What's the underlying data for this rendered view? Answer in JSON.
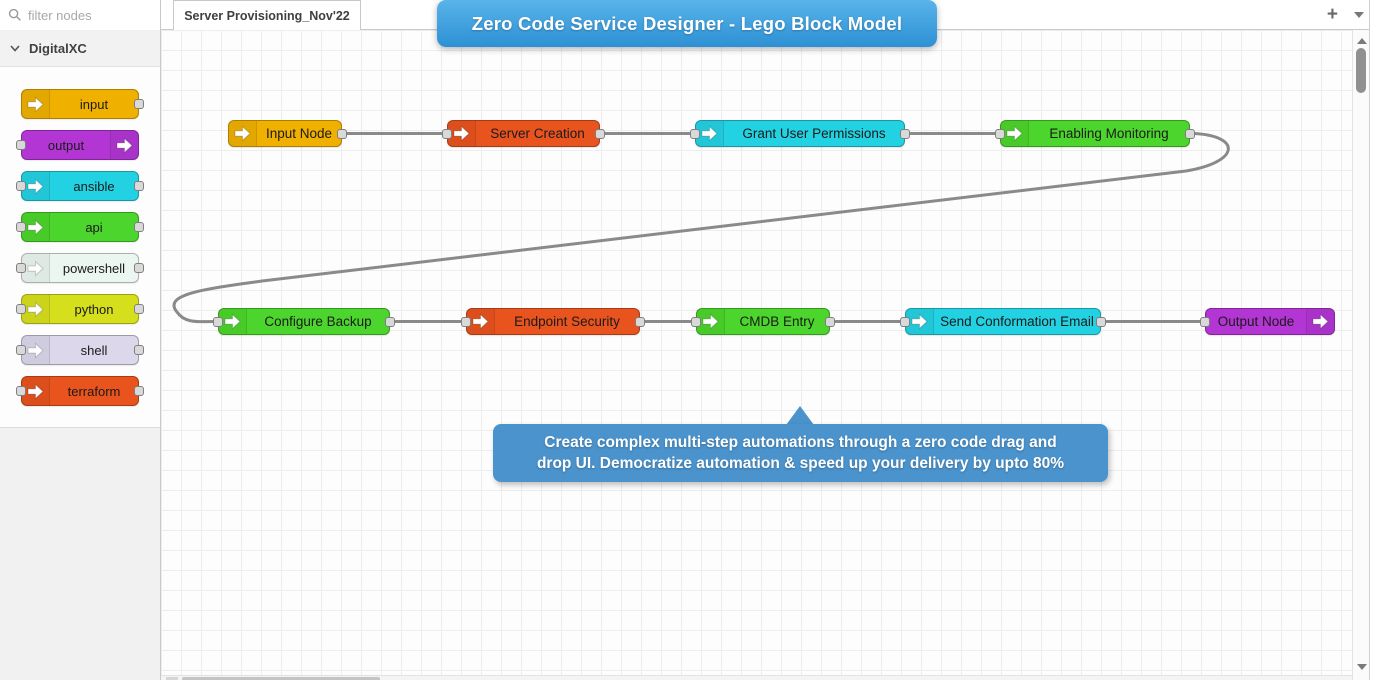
{
  "header": {
    "search": {
      "placeholder": "filter nodes"
    },
    "tabs": [
      {
        "label": "Server Provisioning_Nov'22",
        "active": true
      }
    ],
    "icons": {
      "add_flow": "plus-icon",
      "flow_menu": "caret-down-icon",
      "search": "magnifier-icon"
    }
  },
  "banner": {
    "title": "Zero Code Service Designer - Lego Block Model"
  },
  "sidebar": {
    "category": {
      "label": "DigitalXC",
      "expanded": true,
      "icon": "chevron-down-icon"
    },
    "palette": [
      {
        "label": "input",
        "color": "#efb000",
        "ports": "out"
      },
      {
        "label": "output",
        "color": "#b335d3",
        "ports": "in"
      },
      {
        "label": "ansible",
        "color": "#23d2e2",
        "ports": "both"
      },
      {
        "label": "api",
        "color": "#4cd52c",
        "ports": "both"
      },
      {
        "label": "powershell",
        "color": "#ebf6f0",
        "ports": "both"
      },
      {
        "label": "python",
        "color": "#d6df1c",
        "ports": "both"
      },
      {
        "label": "shell",
        "color": "#dcd7eb",
        "ports": "both"
      },
      {
        "label": "terraform",
        "color": "#e8531e",
        "ports": "both"
      }
    ]
  },
  "canvas": {
    "nodes": [
      {
        "label": "Input Node",
        "color": "#efb000",
        "ports": "out"
      },
      {
        "label": "Server Creation",
        "color": "#e8531e",
        "ports": "both"
      },
      {
        "label": "Grant User Permissions",
        "color": "#23d2e2",
        "ports": "both"
      },
      {
        "label": "Enabling Monitoring",
        "color": "#4cd52c",
        "ports": "both"
      },
      {
        "label": "Configure Backup",
        "color": "#4cd52c",
        "ports": "both"
      },
      {
        "label": "Endpoint Security",
        "color": "#e8531e",
        "ports": "both"
      },
      {
        "label": "CMDB Entry",
        "color": "#4cd52c",
        "ports": "both"
      },
      {
        "label": "Send Conformation Email",
        "color": "#23d2e2",
        "ports": "both"
      },
      {
        "label": "Output Node",
        "color": "#b335d3",
        "ports": "in"
      }
    ],
    "connections": [
      {
        "from": "Input Node",
        "to": "Server Creation"
      },
      {
        "from": "Server Creation",
        "to": "Grant User Permissions"
      },
      {
        "from": "Grant User Permissions",
        "to": "Enabling Monitoring"
      },
      {
        "from": "Enabling Monitoring",
        "to": "Configure Backup"
      },
      {
        "from": "Configure Backup",
        "to": "Endpoint Security"
      },
      {
        "from": "Endpoint Security",
        "to": "CMDB Entry"
      },
      {
        "from": "CMDB Entry",
        "to": "Send Conformation Email"
      },
      {
        "from": "Send Conformation Email",
        "to": "Output Node"
      }
    ],
    "tooltip": {
      "line1": "Create complex multi-step automations through a zero code drag and",
      "line2": "drop UI. Democratize automation & speed up your delivery by upto 80%"
    }
  },
  "colors": {
    "banner_top": "#58b4e9",
    "banner_bottom": "#2e90d4",
    "tooltip_bg": "#4b93cc",
    "wire": "#8a8a8a",
    "grid_line": "#ededed"
  }
}
